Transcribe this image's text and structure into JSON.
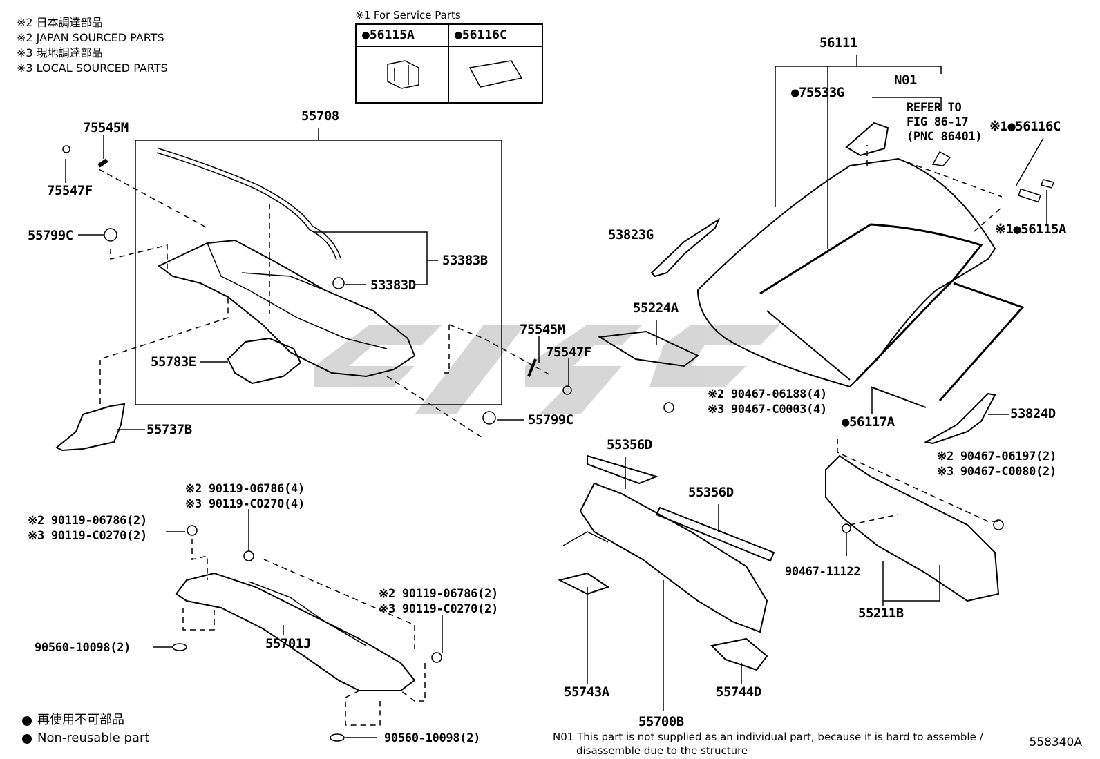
{
  "notes": [
    "※2 日本調達部品",
    "※2 JAPAN SOURCED PARTS",
    "※3 現地調達部品",
    "※3 LOCAL SOURCED PARTS"
  ],
  "service_parts": {
    "title": "※1 For Service Parts",
    "left": "●56115A",
    "right": "●56116C"
  },
  "labels": {
    "p55708": "55708",
    "p75545M_a": "75545M",
    "p75547F_a": "75547F",
    "p55799C_a": "55799C",
    "p53383B": "53383B",
    "p53383D": "53383D",
    "p55783E": "55783E",
    "p55737B": "55737B",
    "p75545M_b": "75545M",
    "p75547F_b": "75547F",
    "p55799C_b": "55799C",
    "p56111": "56111",
    "pN01": "N01",
    "p75533G": "●75533G",
    "refer1": "REFER TO",
    "refer2": "FIG 86-17",
    "refer3": "(PNC 86401)",
    "p56116C": "※1●56116C",
    "p56115A": "※1●56115A",
    "p53823G": "53823G",
    "p55224A": "55224A",
    "p90467_06188": "※2 90467-06188(4)",
    "p90467_C0003": "※3 90467-C0003(4)",
    "p56117A": "●56117A",
    "p53824D": "53824D",
    "p55356D_a": "55356D",
    "p55356D_b": "55356D",
    "p90467_06197": "※2 90467-06197(2)",
    "p90467_C0080": "※3 90467-C0080(2)",
    "p90467_11122": "90467-11122",
    "p55211B": "55211B",
    "p90119_06786_4": "※2 90119-06786(4)",
    "p90119_C0270_4": "※3 90119-C0270(4)",
    "p90119_06786_2a": "※2 90119-06786(2)",
    "p90119_C0270_2a": "※3 90119-C0270(2)",
    "p90119_06786_2b": "※2 90119-06786(2)",
    "p90119_C0270_2b": "※3 90119-C0270(2)",
    "p90560_a": "90560-10098(2)",
    "p55701J": "55701J",
    "p90560_b": "90560-10098(2)",
    "p55743A": "55743A",
    "p55744D": "55744D",
    "p55700B": "55700B"
  },
  "legend": {
    "jp": "再使用不可部品",
    "en": "Non-reusable part"
  },
  "footnote": {
    "line1": "N01 This part is not supplied as an individual part, because it is hard to assemble /",
    "line2": "disassemble due to the structure"
  },
  "doc_id": "558340A"
}
